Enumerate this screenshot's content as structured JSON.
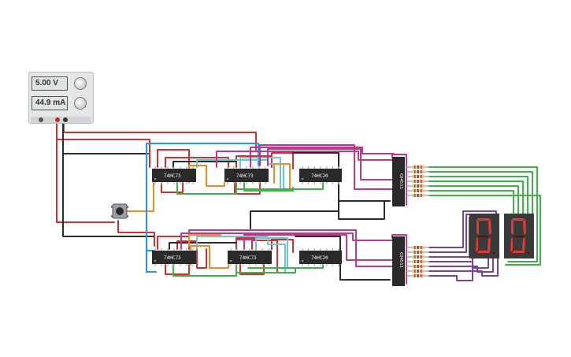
{
  "power_supply": {
    "voltage": "5.00 V",
    "current": "44.9 mA"
  },
  "chips": {
    "ic1": "74HC73",
    "ic2": "74HC73",
    "ic3": "74HC20",
    "ic4": "74HC73",
    "ic5": "74HC73",
    "ic6": "74HC20",
    "dec1": "CD4511",
    "dec2": "CD4511"
  },
  "colors": {
    "red": "#d32f2f",
    "black": "#2b2b2b",
    "blue": "#2196f3",
    "magenta": "#c2368c",
    "orange": "#ef8b1f",
    "green": "#3db34a",
    "light_blue": "#6ec6d2",
    "purple": "#7b3fa0",
    "chip": "#2a2a2a",
    "segment_on": "#e53935",
    "segment_off": "#5a1010"
  }
}
